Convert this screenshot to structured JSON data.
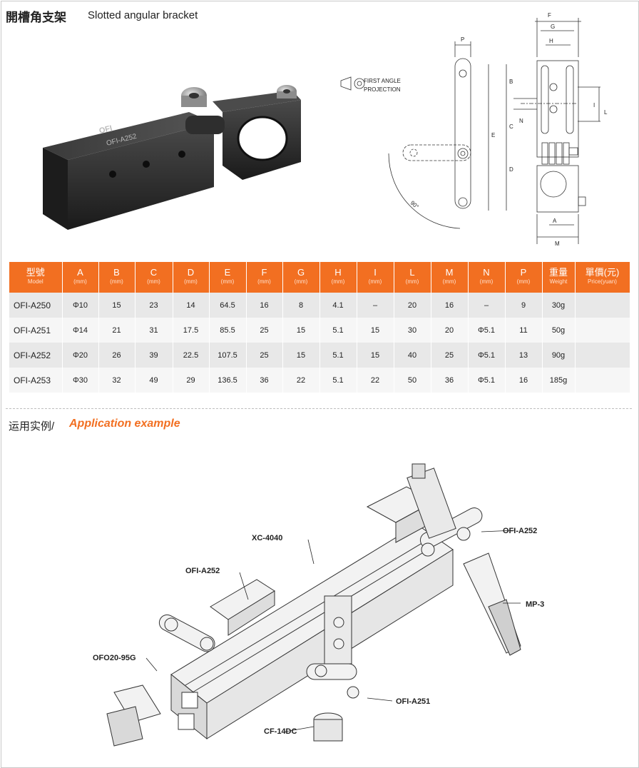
{
  "header": {
    "title_cn": "開槽角支架",
    "title_en": "Slotted angular bracket"
  },
  "product_photo": {
    "engraving": "OFI-A252",
    "brand": "OFI"
  },
  "drawing": {
    "projection_line1": "FIRST ANGLE",
    "projection_line2": "PROJECTION",
    "angle_label": "90°",
    "labels": {
      "F": "F",
      "G": "G",
      "H": "H",
      "P": "P",
      "B": "B",
      "C": "C",
      "D": "D",
      "E": "E",
      "I": "I",
      "L": "L",
      "N": "N",
      "A": "A",
      "M": "M"
    }
  },
  "table": {
    "headers": [
      {
        "label": "型號",
        "unit": "Model"
      },
      {
        "label": "A",
        "unit": "(mm)"
      },
      {
        "label": "B",
        "unit": "(mm)"
      },
      {
        "label": "C",
        "unit": "(mm)"
      },
      {
        "label": "D",
        "unit": "(mm)"
      },
      {
        "label": "E",
        "unit": "(mm)"
      },
      {
        "label": "F",
        "unit": "(mm)"
      },
      {
        "label": "G",
        "unit": "(mm)"
      },
      {
        "label": "H",
        "unit": "(mm)"
      },
      {
        "label": "I",
        "unit": "(mm)"
      },
      {
        "label": "L",
        "unit": "(mm)"
      },
      {
        "label": "M",
        "unit": "(mm)"
      },
      {
        "label": "N",
        "unit": "(mm)"
      },
      {
        "label": "P",
        "unit": "(mm)"
      },
      {
        "label": "重量",
        "unit": "Weight"
      },
      {
        "label": "單價(元)",
        "unit": "Price(yuan)"
      }
    ],
    "rows": [
      [
        "OFI-A250",
        "Φ10",
        "15",
        "23",
        "14",
        "64.5",
        "16",
        "8",
        "4.1",
        "–",
        "20",
        "16",
        "–",
        "9",
        "30g",
        ""
      ],
      [
        "OFI-A251",
        "Φ14",
        "21",
        "31",
        "17.5",
        "85.5",
        "25",
        "15",
        "5.1",
        "15",
        "30",
        "20",
        "Φ5.1",
        "11",
        "50g",
        ""
      ],
      [
        "OFI-A252",
        "Φ20",
        "26",
        "39",
        "22.5",
        "107.5",
        "25",
        "15",
        "5.1",
        "15",
        "40",
        "25",
        "Φ5.1",
        "13",
        "90g",
        ""
      ],
      [
        "OFI-A253",
        "Φ30",
        "32",
        "49",
        "29",
        "136.5",
        "36",
        "22",
        "5.1",
        "22",
        "50",
        "36",
        "Φ5.1",
        "16",
        "185g",
        ""
      ]
    ]
  },
  "application": {
    "title_cn": "运用实例/",
    "title_en": "Application example",
    "callouts": {
      "xc4040": "XC-4040",
      "ofi_a252_right": "OFI-A252",
      "ofi_a252_left": "OFI-A252",
      "mp3": "MP-3",
      "ofo20": "OFO20-95G",
      "ofi_a251": "OFI-A251",
      "cf14dc": "CF-14DC"
    }
  },
  "colors": {
    "accent": "#f26f21",
    "row_dark": "#e8e8e8",
    "row_light": "#f6f6f6"
  }
}
